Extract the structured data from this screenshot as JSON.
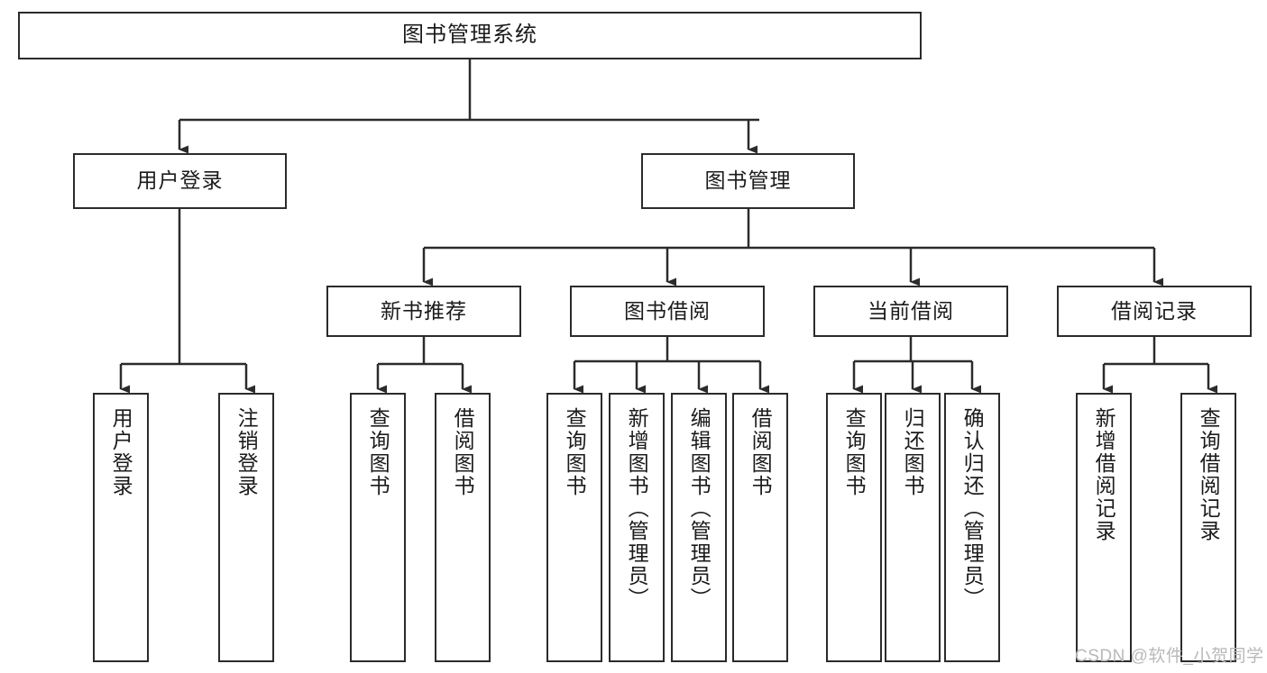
{
  "diagram": {
    "type": "tree",
    "title": "图书管理系统",
    "orientation": "top-down",
    "colors": {
      "box_border": "#2b2b2b",
      "box_fill": "#ffffff",
      "edge": "#2b2b2b",
      "text": "#1b1b1b",
      "watermark": "#b9b9b9",
      "background": "#ffffff"
    },
    "levels": {
      "root": {
        "label": "图书管理系统"
      },
      "level2": [
        {
          "id": "user-login",
          "label": "用户登录"
        },
        {
          "id": "book-manage",
          "label": "图书管理"
        }
      ],
      "level3": [
        {
          "id": "new-book-rec",
          "label": "新书推荐",
          "parent": "book-manage"
        },
        {
          "id": "book-borrow",
          "label": "图书借阅",
          "parent": "book-manage"
        },
        {
          "id": "current-borrow",
          "label": "当前借阅",
          "parent": "book-manage"
        },
        {
          "id": "borrow-record",
          "label": "借阅记录",
          "parent": "book-manage"
        }
      ],
      "level4": [
        {
          "id": "leaf-user-login",
          "label": "用户登录",
          "parent": "user-login"
        },
        {
          "id": "leaf-logout",
          "label": "注销登录",
          "parent": "user-login"
        },
        {
          "id": "leaf-query-book-1",
          "label": "查询图书",
          "parent": "new-book-rec"
        },
        {
          "id": "leaf-borrow-book-1",
          "label": "借阅图书",
          "parent": "new-book-rec"
        },
        {
          "id": "leaf-query-book-2",
          "label": "查询图书",
          "parent": "book-borrow"
        },
        {
          "id": "leaf-add-book",
          "label": "新增图书（管理员）",
          "parent": "book-borrow"
        },
        {
          "id": "leaf-edit-book",
          "label": "编辑图书（管理员）",
          "parent": "book-borrow"
        },
        {
          "id": "leaf-borrow-book-2",
          "label": "借阅图书",
          "parent": "book-borrow"
        },
        {
          "id": "leaf-query-book-3",
          "label": "查询图书",
          "parent": "current-borrow"
        },
        {
          "id": "leaf-return-book",
          "label": "归还图书",
          "parent": "current-borrow"
        },
        {
          "id": "leaf-confirm-return",
          "label": "确认归还（管理员）",
          "parent": "current-borrow"
        },
        {
          "id": "leaf-add-record",
          "label": "新增借阅记录",
          "parent": "borrow-record"
        },
        {
          "id": "leaf-query-record",
          "label": "查询借阅记录",
          "parent": "borrow-record"
        }
      ]
    },
    "watermark": "CSDN @软件_小贺同学"
  }
}
